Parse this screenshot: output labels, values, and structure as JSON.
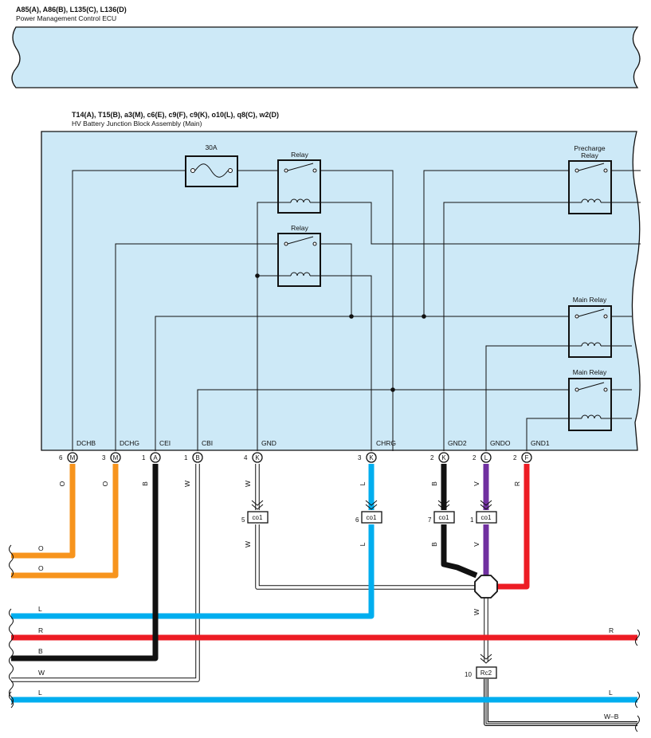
{
  "ecu": {
    "codes": "A85(A), A86(B), L135(C), L136(D)",
    "name": "Power Management Control ECU"
  },
  "block": {
    "codes": "T14(A), T15(B), a3(M), c6(E), c9(F), c9(K), o10(L), q8(C), w2(D)",
    "name": "HV Battery Junction Block Assembly (Main)"
  },
  "components": {
    "fuse": "30A",
    "relay1": "Relay",
    "relay2": "Relay",
    "precharge_line1": "Precharge",
    "precharge_line2": "Relay",
    "main1": "Main Relay",
    "main2": "Main Relay"
  },
  "terminals": [
    {
      "label": "DCHB",
      "num": "6",
      "letter": "M"
    },
    {
      "label": "DCHG",
      "num": "3",
      "letter": "M"
    },
    {
      "label": "CEI",
      "num": "1",
      "letter": "A"
    },
    {
      "label": "CBI",
      "num": "1",
      "letter": "B"
    },
    {
      "label": "GND",
      "num": "4",
      "letter": "K"
    },
    {
      "label": "CHRG",
      "num": "3",
      "letter": "K"
    },
    {
      "label": "GND2",
      "num": "2",
      "letter": "K"
    },
    {
      "label": "GNDO",
      "num": "2",
      "letter": "L"
    },
    {
      "label": "GND1",
      "num": "2",
      "letter": "F"
    }
  ],
  "wire_colors": {
    "O": "#f7941d",
    "B": "#111111",
    "W": "#ffffff",
    "L": "#00aeef",
    "V": "#7030a0",
    "R": "#ed1c24"
  },
  "wire_labels": {
    "dchb": "O",
    "dchg": "O",
    "cei": "B",
    "cbi": "W",
    "gnd": "W",
    "chrg": "L",
    "gnd2": "B",
    "gndo": "V",
    "gnd1": "R",
    "gnd_low": "W",
    "chrg_low": "L",
    "gnd2_low": "B",
    "gndo_low": "V",
    "rc2_up": "W"
  },
  "connectors": {
    "co1_a": {
      "num": "5",
      "name": "co1"
    },
    "co1_b": {
      "num": "6",
      "name": "co1"
    },
    "co1_c": {
      "num": "7",
      "name": "co1"
    },
    "co1_d": {
      "num": "1",
      "name": "co1"
    },
    "rc2": {
      "num": "10",
      "name": "Rc2"
    }
  },
  "harness": {
    "o1": "O",
    "o2": "O",
    "l1": "L",
    "r_left": "R",
    "r_right": "R",
    "b1": "B",
    "w1": "W",
    "l2_left": "L",
    "l2_right": "L",
    "wb": "W–B"
  }
}
